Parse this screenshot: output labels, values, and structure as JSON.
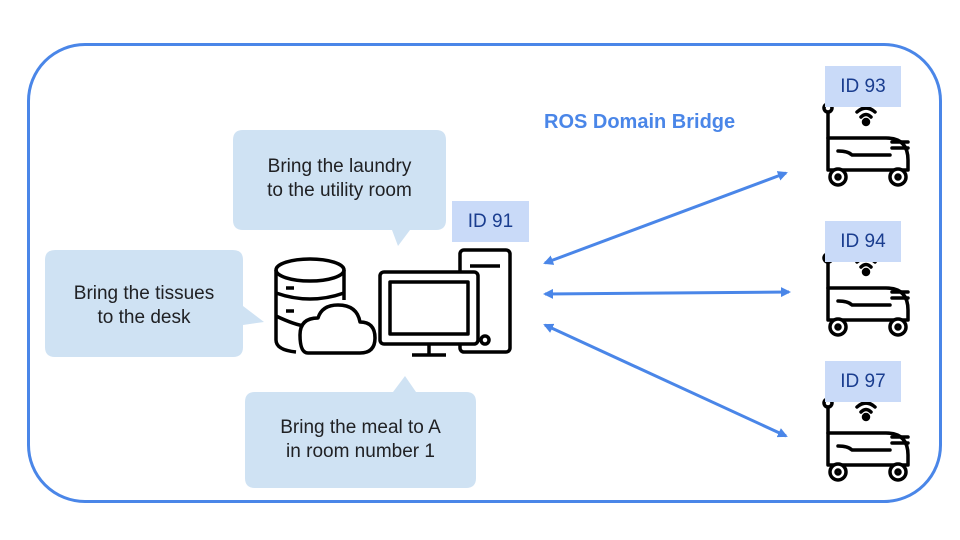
{
  "title": "ROS Domain Bridge",
  "central": {
    "id": "ID 91"
  },
  "robots": [
    {
      "id": "ID 93"
    },
    {
      "id": "ID 94"
    },
    {
      "id": "ID 97"
    }
  ],
  "bubbles": {
    "laundry": [
      "Bring the laundry",
      "to the utility room"
    ],
    "tissues": [
      "Bring the tissues",
      "to the desk"
    ],
    "meal": [
      "Bring the meal to A",
      "in room number 1"
    ]
  },
  "colors": {
    "frame": "#4a86e8",
    "bubble_fill": "#cfe2f3",
    "id_fill": "#c9daf8",
    "arrow": "#4a86e8",
    "title": "#4a86e8"
  }
}
